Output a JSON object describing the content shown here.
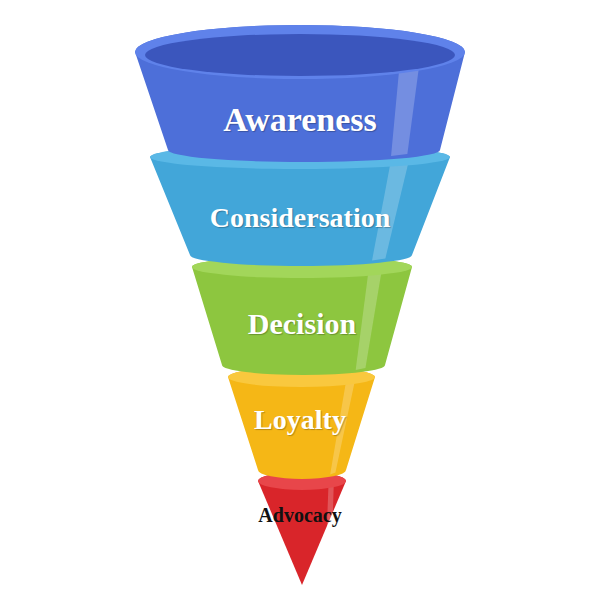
{
  "diagram": {
    "nodes": [
      {
        "text": [
          "Awareness"
        ]
      },
      {
        "text": [
          "Considersation"
        ]
      },
      {
        "text": [
          "Decision"
        ]
      },
      {
        "text": [
          "Loyalty"
        ]
      },
      {
        "text": [
          "Advocacy"
        ]
      }
    ]
  }
}
